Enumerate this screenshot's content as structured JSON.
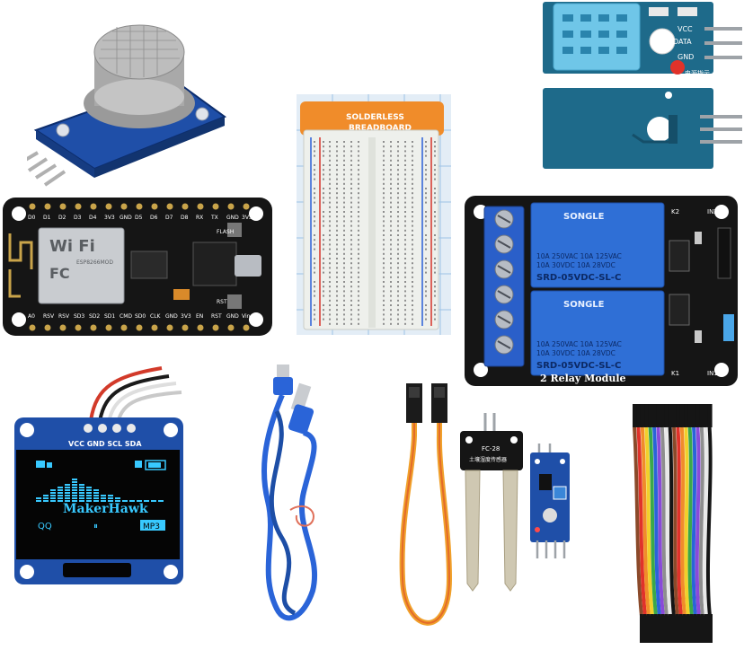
{
  "colors": {
    "pcb_blue": "#1f4fa8",
    "pcb_black": "#151515",
    "relay_blue": "#2f6fd6",
    "terminal_blue": "#2a5fc9",
    "oled_cyan": "#38c9ff",
    "breadboard": "#eef0ec",
    "usb_blue": "#2a64d8"
  },
  "dht_sensor": {
    "pin_vcc": "VCC",
    "pin_data": "DATA",
    "pin_gnd": "GND",
    "power_label": "电源指示"
  },
  "breadboard": {
    "label_line1": "SOLDERLESS",
    "label_line2": "BREADBOARD"
  },
  "nodemcu": {
    "top_pins": [
      "D0",
      "D1",
      "D2",
      "D3",
      "D4",
      "3V3",
      "GND",
      "D5",
      "D6",
      "D7",
      "D8",
      "RX",
      "TX",
      "GND",
      "3V3"
    ],
    "bottom_pins": [
      "A0",
      "RSV",
      "RSV",
      "SD3",
      "SD2",
      "SD1",
      "CMD",
      "SD0",
      "CLK",
      "GND",
      "3V3",
      "EN",
      "RST",
      "GND",
      "Vin"
    ],
    "wifi_label": "Wi Fi",
    "module_label": "ESP8266MOD",
    "fc_label": "FC",
    "flash_label": "FLASH",
    "rst_label": "RST"
  },
  "relay": {
    "brand": "SONGLE",
    "spec_line1": "10A 250VAC  10A 125VAC",
    "spec_line2": "10A  30VDC  10A  28VDC",
    "model": "SRD-05VDC-SL-C",
    "title": "2 Relay Module",
    "pin_in2": "IN2",
    "pin_in1": "IN1",
    "label_k1": "K1",
    "label_k2": "K2"
  },
  "oled": {
    "pin_labels": "VCC GND SCL SDA",
    "display_text": "MakerHawk",
    "left_text": "QQ",
    "right_text": "MP3",
    "pause_glyph": "⏸"
  },
  "soil_sensor": {
    "model": "FC-28",
    "chinese_label": "土壤湿度传感器"
  }
}
